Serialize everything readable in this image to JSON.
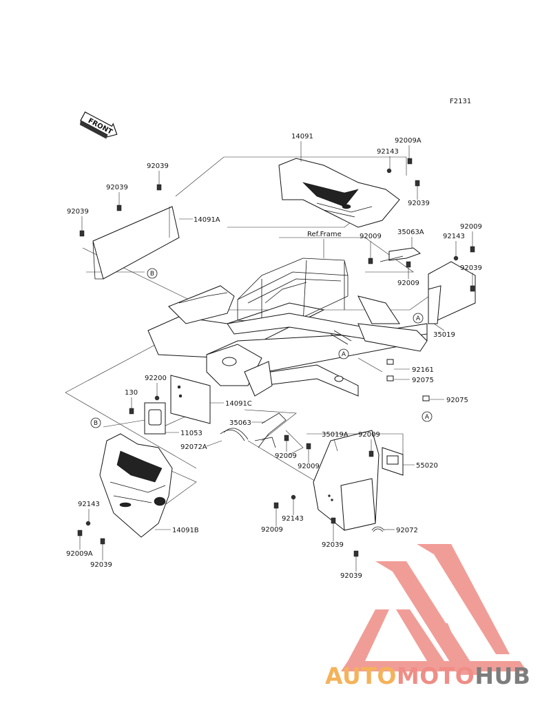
{
  "figure_id": "F2131",
  "front_label": "FRONT",
  "ref_frame_label": "Ref.Frame",
  "callouts": {
    "A": "A",
    "B": "B"
  },
  "parts": {
    "p14091": "14091",
    "p92009A_top": "92009A",
    "p92143_top": "92143",
    "p92039_top_right": "92039",
    "p35063A": "35063A",
    "p92009_r1": "92009",
    "p92143_r": "92143",
    "p92039_r": "92039",
    "p92009_c1": "92009",
    "p92009_c2": "92009",
    "p35019": "35019",
    "p92039_l1": "92039",
    "p92039_l2": "92039",
    "p92039_l3": "92039",
    "p14091A": "14091A",
    "p92161": "92161",
    "p92075_a": "92075",
    "p92075_b": "92075",
    "p92200": "92200",
    "p130": "130",
    "p14091C": "14091C",
    "p11053": "11053",
    "p35063": "35063",
    "p92072A": "92072A",
    "p92009_m1": "92009",
    "p92009_m2": "92009",
    "p35019A": "35019A",
    "p92009_m3": "92009",
    "p55020": "55020",
    "p92143_bl": "92143",
    "p92009A_bl": "92009A",
    "p92039_bl": "92039",
    "p14091B": "14091B",
    "p92009_b1": "92009",
    "p92143_b": "92143",
    "p92039_b1": "92039",
    "p92072": "92072",
    "p92039_b2": "92039"
  },
  "watermark": {
    "text_auto": "AUTO",
    "text_moto": "MOTO",
    "text_hub": "HUB",
    "color_auto": "#f5b25a",
    "color_moto": "#ef8d86",
    "color_hub": "#7d7d7d",
    "logo_color": "#ef8d86"
  }
}
